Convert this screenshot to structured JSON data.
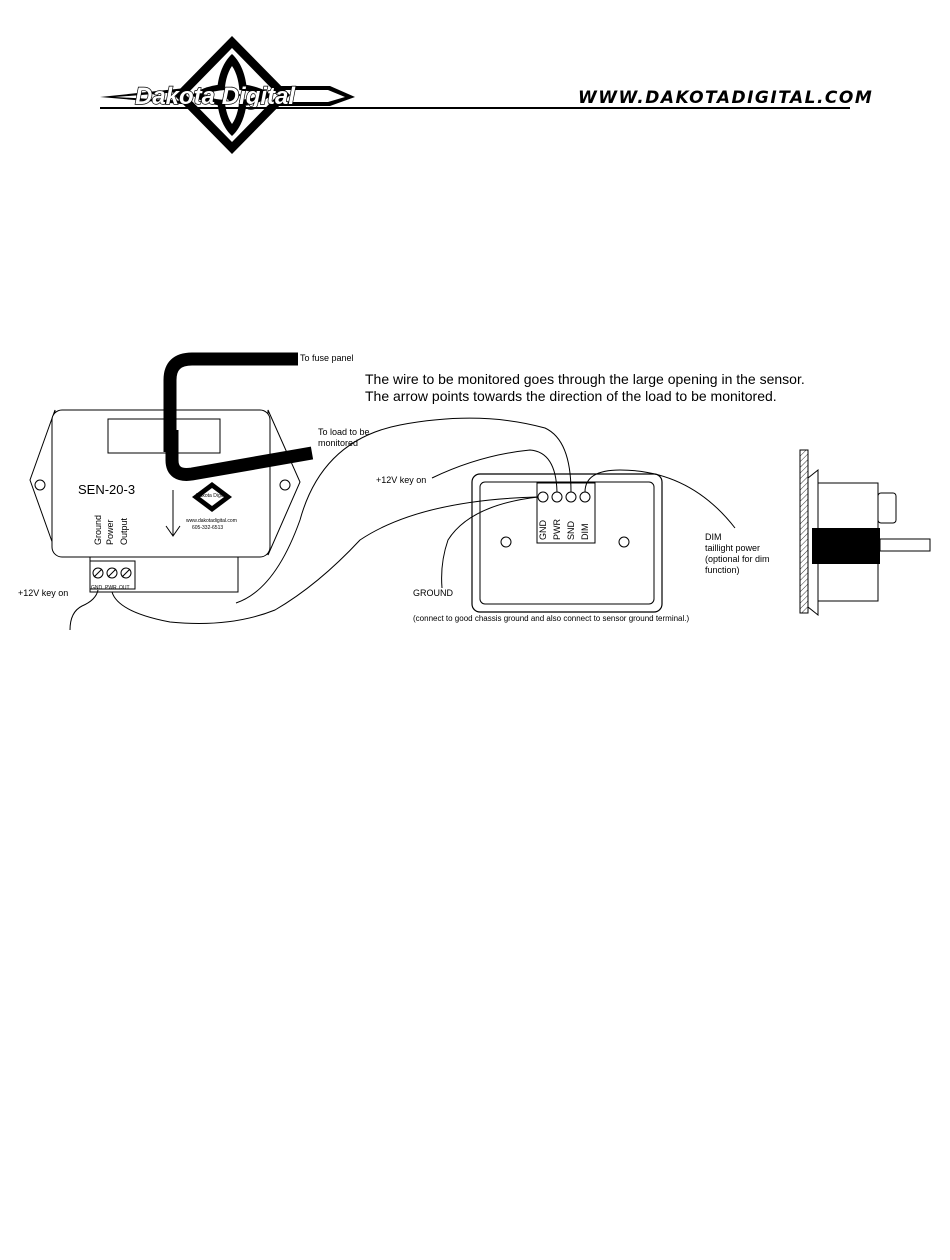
{
  "header": {
    "logo_text": "Dakota Digital",
    "url": "WWW.DAKOTADIGITAL.COM"
  },
  "diagram": {
    "caption_line1": "The wire to be monitored goes through the large opening in the sensor.",
    "caption_line2": "The arrow points towards the direction of the load to be monitored.",
    "fuse_label": "To fuse panel",
    "load_label_1": "To load to be",
    "load_label_2": "monitored",
    "sensor": {
      "model": "SEN-20-3",
      "pin_labels": [
        "Ground",
        "Power",
        "Output"
      ],
      "terminal_labels": [
        "GND",
        "PWR",
        "OUT"
      ],
      "brand_small": "Dakota Digital",
      "web_small": "www.dakotadigital.com",
      "phone_small": "605-332-6513",
      "key_on_label": "+12V key on"
    },
    "gauge": {
      "key_on_label": "+12V key on",
      "pins": [
        "GND",
        "PWR",
        "SND",
        "DIM"
      ],
      "ground_label": "GROUND",
      "ground_note": "(connect to good chassis ground and also connect to sensor ground terminal.)",
      "dim_label_1": "DIM",
      "dim_label_2": "taillight power",
      "dim_label_3": "(optional for dim",
      "dim_label_4": "function)"
    }
  }
}
